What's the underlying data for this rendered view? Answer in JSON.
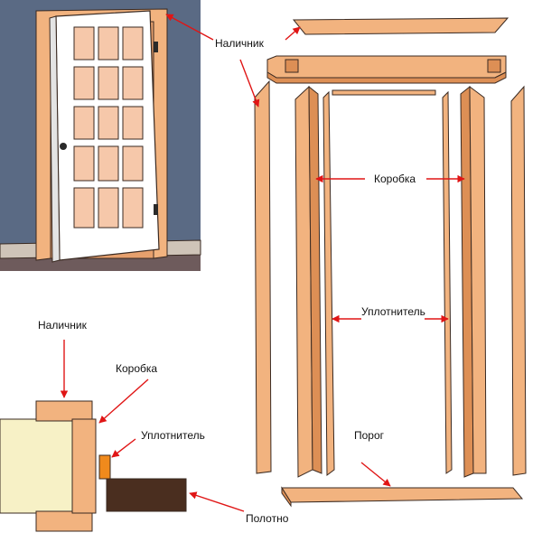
{
  "labels": {
    "nalichnik_top": "Наличник",
    "korobka_main": "Коробка",
    "uplotnitel_main": "Уплотнитель",
    "porog": "Порог",
    "nalichnik_detail": "Наличник",
    "korobka_detail": "Коробка",
    "uplotnitel_detail": "Уплотнитель",
    "polotno": "Полотно"
  },
  "colors": {
    "wall": "#5a6a84",
    "floor": "#6e5b5c",
    "wood": "#f2b37f",
    "wood_dark": "#dd8f55",
    "glass": "#f6c8aa",
    "door": "#ffffff",
    "outline": "#3a2a22",
    "arrow": "#e01515",
    "seal": "#f08a1c",
    "blade": "#4a2e1f",
    "wall_section": "#f7f1c6"
  }
}
